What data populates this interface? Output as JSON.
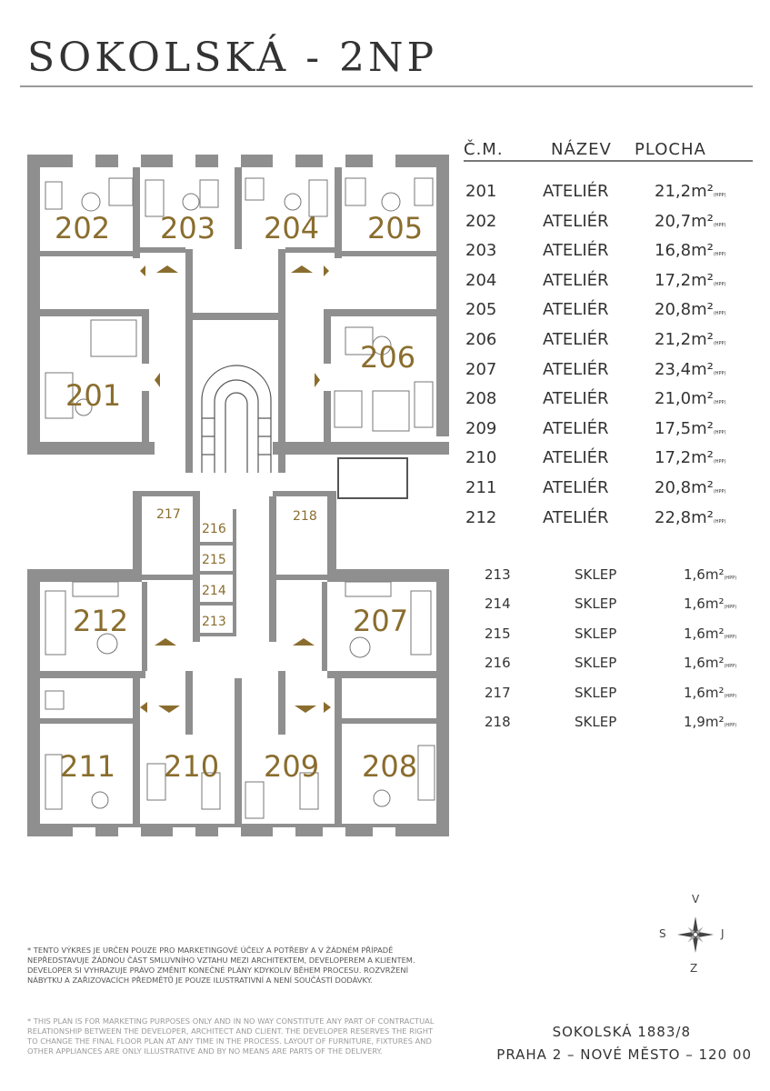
{
  "header": {
    "title": "SOKOLSKÁ - 2NP"
  },
  "table": {
    "headers": [
      "Č.M.",
      "NÁZEV",
      "PLOCHA"
    ],
    "unit": "m²",
    "unit_note": "(HPP)",
    "units": [
      {
        "no": "201",
        "name": "ATELIÉR",
        "area": "21,2"
      },
      {
        "no": "202",
        "name": "ATELIÉR",
        "area": "20,7"
      },
      {
        "no": "203",
        "name": "ATELIÉR",
        "area": "16,8"
      },
      {
        "no": "204",
        "name": "ATELIÉR",
        "area": "17,2"
      },
      {
        "no": "205",
        "name": "ATELIÉR",
        "area": "20,8"
      },
      {
        "no": "206",
        "name": "ATELIÉR",
        "area": "21,2"
      },
      {
        "no": "207",
        "name": "ATELIÉR",
        "area": "23,4"
      },
      {
        "no": "208",
        "name": "ATELIÉR",
        "area": "21,0"
      },
      {
        "no": "209",
        "name": "ATELIÉR",
        "area": "17,5"
      },
      {
        "no": "210",
        "name": "ATELIÉR",
        "area": "17,2"
      },
      {
        "no": "211",
        "name": "ATELIÉR",
        "area": "20,8"
      },
      {
        "no": "212",
        "name": "ATELIÉR",
        "area": "22,8"
      }
    ],
    "cellars": [
      {
        "no": "213",
        "name": "SKLEP",
        "area": "1,6"
      },
      {
        "no": "214",
        "name": "SKLEP",
        "area": "1,6"
      },
      {
        "no": "215",
        "name": "SKLEP",
        "area": "1,6"
      },
      {
        "no": "216",
        "name": "SKLEP",
        "area": "1,6"
      },
      {
        "no": "217",
        "name": "SKLEP",
        "area": "1,6"
      },
      {
        "no": "218",
        "name": "SKLEP",
        "area": "1,9"
      }
    ]
  },
  "plan": {
    "room_labels": [
      "201",
      "202",
      "203",
      "204",
      "205",
      "206",
      "207",
      "208",
      "209",
      "210",
      "211",
      "212"
    ],
    "cellar_labels": [
      "213",
      "214",
      "215",
      "216",
      "217",
      "218"
    ],
    "wall_color": "#8f8f8f",
    "label_color": "#8a6d2e",
    "arrow_color": "#8a6d2e"
  },
  "compass": {
    "n": "V",
    "w": "S",
    "e": "J",
    "s": "Z"
  },
  "disclaimer_cz": "* Tento výkres je určen pouze pro marketingové účely a potřeby a v žádném případě nepředstavuje žádnou část smluvního vztahu mezi architektem, developerem a klientem. Developer si vyhrazuje právo změnit konečné plány kdykoliv během procesu. Rozvržení nábytku a zařizovacích předmětů je pouze ilustrativní a není součástí dodávky.",
  "disclaimer_en": "* This plan is for marketing purposes only and in no way constitute any part of contractual relationship between the developer, architect and client. The developer reserves the right to change the final floor plan at any time in the process. Layout of furniture, fixtures and other appliances are only illustrative and by no means are parts of the delivery.",
  "address": {
    "line1": "SOKOLSKÁ 1883/8",
    "line2": "PRAHA 2 – NOVÉ MĚSTO – 120 00"
  }
}
